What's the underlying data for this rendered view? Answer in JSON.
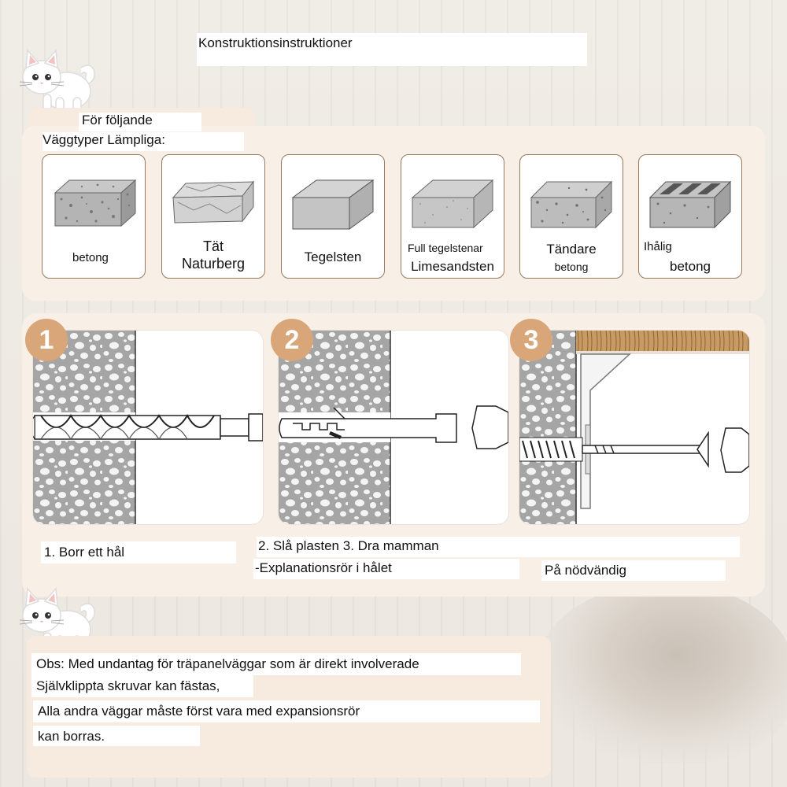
{
  "header": {
    "title": "Konstruktionsinstruktioner"
  },
  "suitable": {
    "line1": "För följande",
    "line2": "Väggtyper Lämpliga:"
  },
  "wall_types": [
    {
      "line1": "betong",
      "line2": ""
    },
    {
      "line1": "Tät",
      "line2": "Naturberg"
    },
    {
      "line1": "Tegelsten",
      "line2": ""
    },
    {
      "line1": "Full tegelstenar",
      "line2": "Limesandsten"
    },
    {
      "line1": "Tändare",
      "line2": "betong"
    },
    {
      "line1": "Ihålig",
      "line2": "betong"
    }
  ],
  "steps": {
    "numbers": [
      "1",
      "2",
      "3"
    ],
    "caption1": "1. Borr ett hål",
    "caption2a": "2. Slå plasten 3. Dra mamman",
    "caption2b": "-Explanationsrör i hålet",
    "caption3": "På nödvändig"
  },
  "note": {
    "line1": "Obs: Med undantag för träpanelväggar som är direkt involverade",
    "line2": "Självklippta skruvar kan fästas,",
    "line3": "Alla andra väggar måste först vara med expansionsrör",
    "line4": "kan borras."
  },
  "colors": {
    "accent": "#d9a679",
    "panel": "#f8efe6",
    "card_border": "#9a7a5c",
    "stone": "#a9a9a9"
  },
  "icons": [
    "cat-icon",
    "brick-icon",
    "drill-bit-icon",
    "wall-plug-icon",
    "screw-icon",
    "shelf-bracket-icon"
  ]
}
